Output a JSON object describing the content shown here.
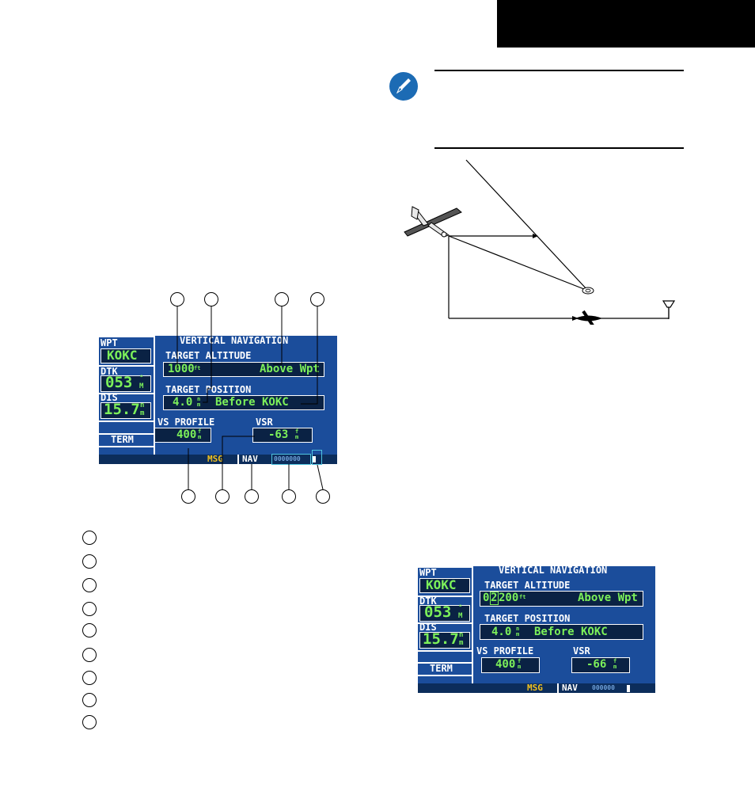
{
  "screen1": {
    "title": "VERTICAL NAVIGATION",
    "wpt_label": "WPT",
    "wpt_value": "KOKC",
    "dtk_label": "DTK",
    "dtk_value": "053",
    "dtk_unit_top": "°",
    "dtk_unit_bottom": "M",
    "dis_label": "DIS",
    "dis_value": "15.7",
    "dis_unit_top": "n",
    "dis_unit_bottom": "m",
    "mode": "TERM",
    "target_altitude_label": "TARGET ALTITUDE",
    "target_altitude_value": "1000",
    "target_altitude_unit": "ft",
    "target_altitude_ref": "Above Wpt",
    "target_position_label": "TARGET POSITION",
    "target_position_value": "4.0",
    "target_position_unit_top": "n",
    "target_position_unit_bottom": "m",
    "target_position_ref": "Before KOKC",
    "vs_profile_label": "VS PROFILE",
    "vs_profile_value": "400",
    "vs_profile_unit_top": "f",
    "vs_profile_unit_bottom": "m",
    "vsr_label": "VSR",
    "vsr_value": "-63",
    "vsr_unit_top": "f",
    "vsr_unit_bottom": "m",
    "msg": "MSG",
    "nav": "NAV",
    "signal_bars": "0000000"
  },
  "screen2": {
    "title": "VERTICAL NAVIGATION",
    "wpt_label": "WPT",
    "wpt_value": "KOKC",
    "dtk_label": "DTK",
    "dtk_value": "053",
    "dtk_unit_top": "°",
    "dtk_unit_bottom": "M",
    "dis_label": "DIS",
    "dis_value": "15.7",
    "dis_unit_top": "n",
    "dis_unit_bottom": "m",
    "mode": "TERM",
    "target_altitude_label": "TARGET ALTITUDE",
    "target_altitude_pre": "0",
    "target_altitude_cursor": "2",
    "target_altitude_post": "200",
    "target_altitude_unit": "ft",
    "target_altitude_ref": "Above Wpt",
    "target_position_label": "TARGET POSITION",
    "target_position_value": "4.0",
    "target_position_unit_top": "n",
    "target_position_unit_bottom": "m",
    "target_position_ref": "Before KOKC",
    "vs_profile_label": "VS PROFILE",
    "vs_profile_value": "400",
    "vs_profile_unit_top": "f",
    "vs_profile_unit_bottom": "m",
    "vsr_label": "VSR",
    "vsr_value": "-66",
    "vsr_unit_top": "f",
    "vsr_unit_bottom": "m",
    "msg": "MSG",
    "nav": "NAV",
    "signal_bars": "000000"
  },
  "colors": {
    "screen_bg": "#1b4d9b",
    "field_text": "#7cf05a",
    "msg_text": "#f0c020",
    "note_icon": "#1c6bb4"
  },
  "icons": [
    "note-icon",
    "aircraft-icon",
    "waypoint-icon",
    "airport-icon"
  ]
}
